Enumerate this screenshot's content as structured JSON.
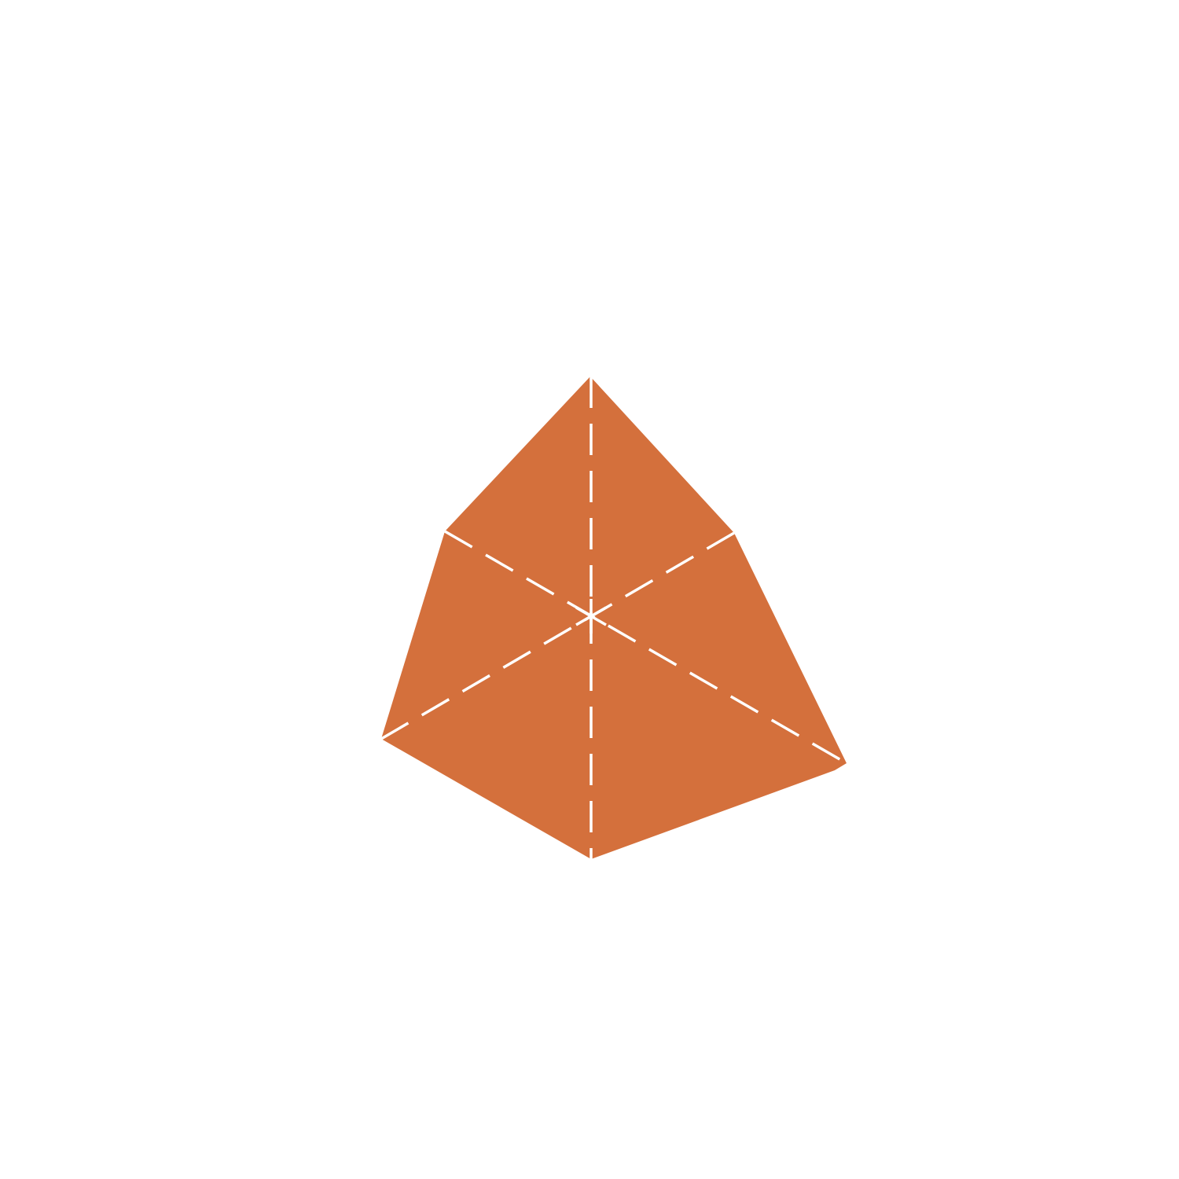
{
  "colors": {
    "background": "#ffffff",
    "shape_fill": "#d4703c",
    "line_color": "#ffffff"
  },
  "shape": {
    "kind": "hexagonal-pyramid-outline",
    "fold_lines": "dashed",
    "center_mark": "asterisk"
  }
}
